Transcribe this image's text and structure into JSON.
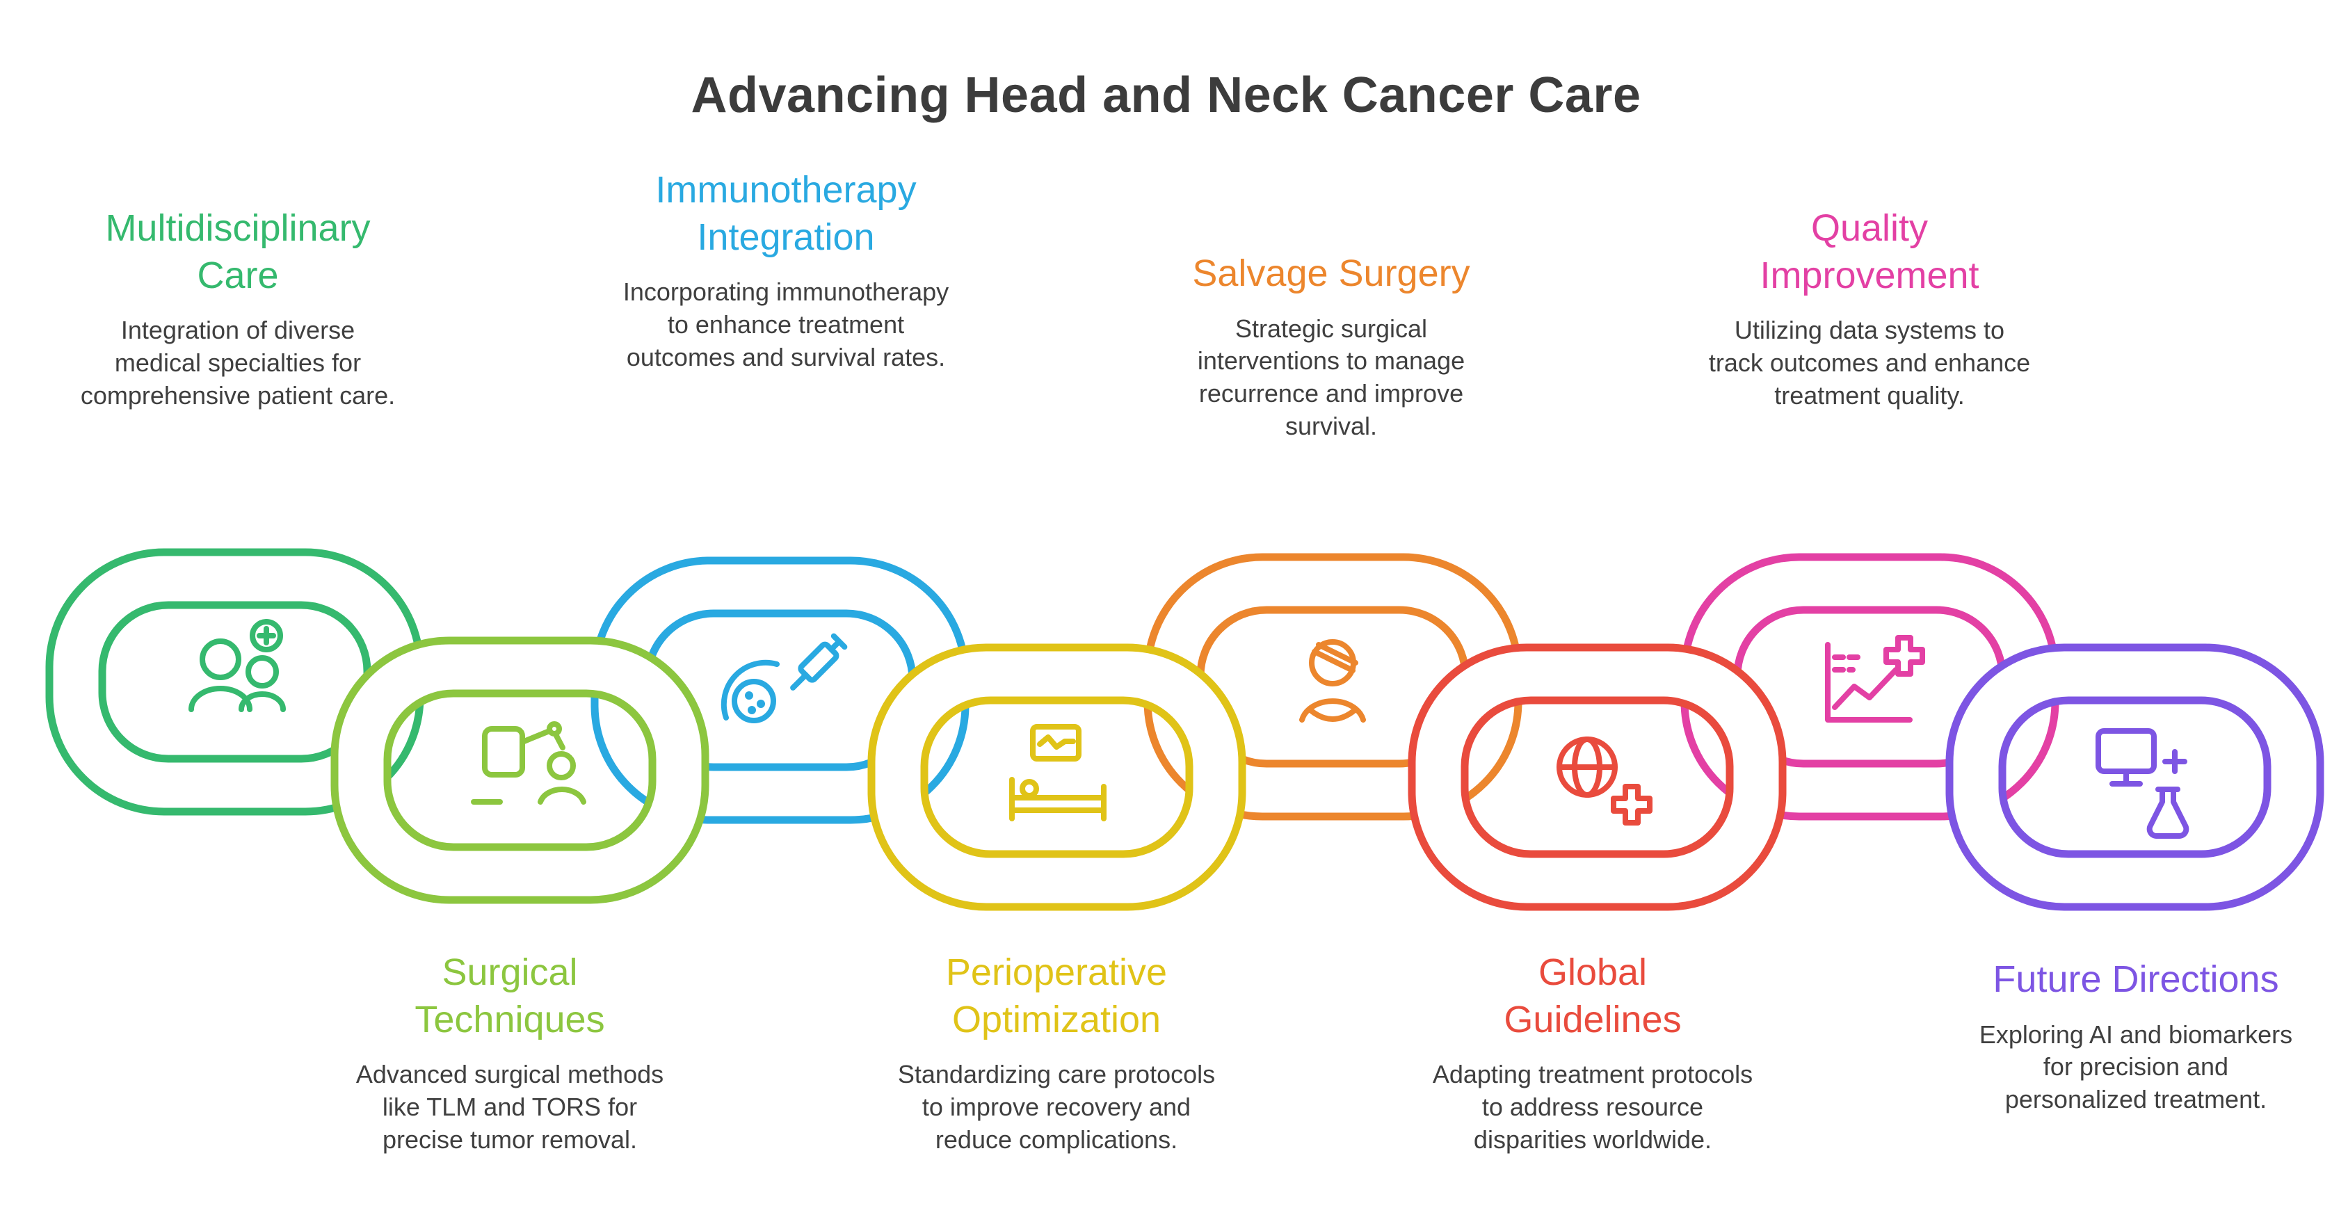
{
  "title": "Advancing Head and Neck Cancer Care",
  "theme": {
    "background": "#ffffff",
    "title_color": "#3c3c3c",
    "body_text_color": "#3f3f3f"
  },
  "links": [
    {
      "label": "Multidisciplinary Care",
      "description": "Integration of diverse medical specialties for comprehensive patient care.",
      "color": "#35b96e",
      "icon": "team-medical-icon",
      "label_position": "top"
    },
    {
      "label": "Surgical Techniques",
      "description": "Advanced surgical methods like TLM and TORS for precise tumor removal.",
      "color": "#8cc63f",
      "icon": "surgical-robot-icon",
      "label_position": "bottom"
    },
    {
      "label": "Immunotherapy Integration",
      "description": "Incorporating immunotherapy to enhance treatment outcomes and survival rates.",
      "color": "#29a9e1",
      "icon": "immunotherapy-syringe-icon",
      "label_position": "top"
    },
    {
      "label": "Perioperative Optimization",
      "description": "Standardizing care protocols to improve recovery and reduce complications.",
      "color": "#e0c317",
      "icon": "patient-bed-icon",
      "label_position": "bottom"
    },
    {
      "label": "Salvage Surgery",
      "description": "Strategic surgical interventions to manage recurrence and improve survival.",
      "color": "#ec862d",
      "icon": "injured-patient-icon",
      "label_position": "top"
    },
    {
      "label": "Global Guidelines",
      "description": "Adapting treatment protocols to address resource disparities worldwide.",
      "color": "#e94b3d",
      "icon": "globe-cross-icon",
      "label_position": "bottom"
    },
    {
      "label": "Quality Improvement",
      "description": "Utilizing data systems to track outcomes and enhance treatment quality.",
      "color": "#e340a4",
      "icon": "chart-cross-icon",
      "label_position": "top"
    },
    {
      "label": "Future Directions",
      "description": "Exploring AI and biomarkers for precision and personalized treatment.",
      "color": "#7d55e3",
      "icon": "monitor-flask-icon",
      "label_position": "bottom"
    }
  ]
}
